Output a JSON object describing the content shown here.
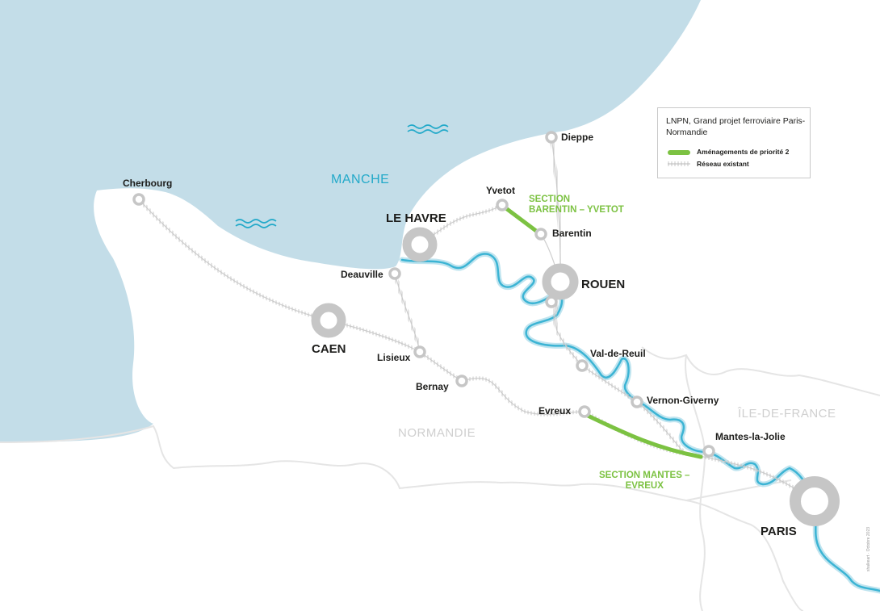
{
  "legend": {
    "title": "LNPN, Grand projet ferroviaire Paris-Normandie",
    "items": [
      {
        "label": "Aménagements de priorité 2",
        "symbol": "green-line",
        "color": "#7cc242"
      },
      {
        "label": "Réseau existant",
        "symbol": "rail-track",
        "color": "#b9b9b9"
      }
    ]
  },
  "sea_label": "MANCHE",
  "regions": {
    "normandie": "NORMANDIE",
    "ile_de_france": "ÎLE-DE-FRANCE"
  },
  "sections": {
    "barentin_yvetot": [
      "SECTION",
      "BARENTIN – YVETOT"
    ],
    "mantes_evreux": [
      "SECTION MANTES –",
      "EVREUX"
    ]
  },
  "cities": {
    "cherbourg": "Cherbourg",
    "le_havre": "LE HAVRE",
    "deauville": "Deauville",
    "caen": "CAEN",
    "lisieux": "Lisieux",
    "bernay": "Bernay",
    "yvetot": "Yvetot",
    "barentin": "Barentin",
    "dieppe": "Dieppe",
    "rouen": "ROUEN",
    "val_de_reuil": "Val-de-Reuil",
    "vernon_giverny": "Vernon-Giverny",
    "evreux": "Evreux",
    "mantes_la_jolie": "Mantes-la-Jolie",
    "paris": "PARIS"
  },
  "credit": "shalkeart · Octobre 2023",
  "colors": {
    "sea": "#c3dde8",
    "river": "#3cb4d4",
    "priority_line": "#7cc242",
    "station": "#c8c8c8",
    "rail": "#b9b9b9",
    "borders": "#e5e5e5"
  }
}
